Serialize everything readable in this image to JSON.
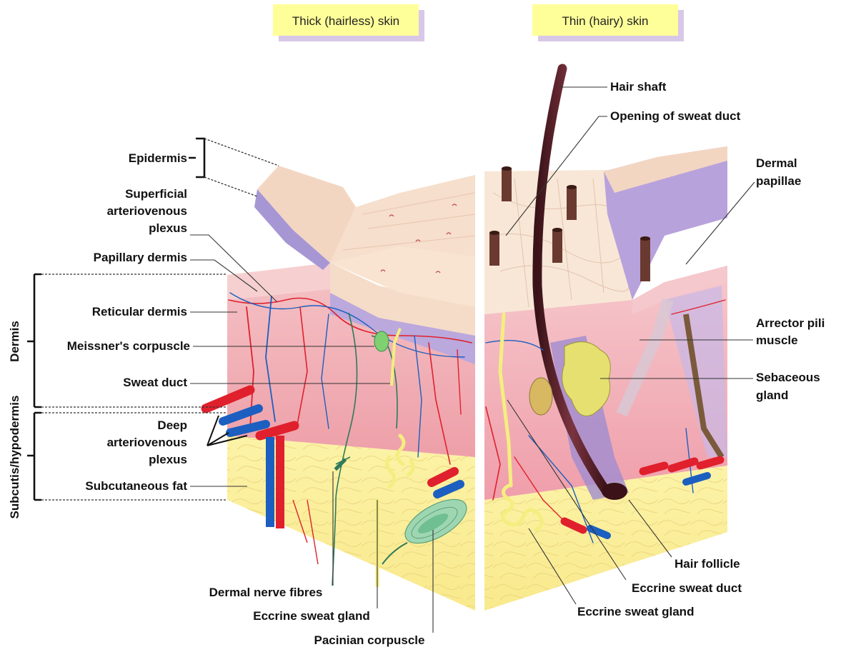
{
  "titles": {
    "thick": "Thick (hairless) skin",
    "thin": "Thin (hairy) skin"
  },
  "left_labels": {
    "epidermis": "Epidermis",
    "superficial": [
      "Superficial",
      "arteriovenous",
      "plexus"
    ],
    "papillary_dermis": "Papillary dermis",
    "reticular_dermis": "Reticular dermis",
    "meissner": "Meissner's corpuscle",
    "sweat_duct": "Sweat duct",
    "deep": [
      "Deep",
      "arteriovenous",
      "plexus"
    ],
    "subcutaneous_fat": "Subcutaneous fat"
  },
  "vertical_labels": {
    "dermis": "Dermis",
    "subcutis": "Subcutis/hypodermis"
  },
  "bottom_labels": {
    "dermal_nerve": "Dermal nerve fibres",
    "eccrine_gland_left": "Eccrine sweat gland",
    "pacinian": "Pacinian corpuscle"
  },
  "right_labels": {
    "hair_shaft": "Hair shaft",
    "opening_duct": "Opening of sweat duct",
    "dermal_papillae": [
      "Dermal",
      "papillae"
    ],
    "arrector": [
      "Arrector pili",
      "muscle"
    ],
    "sebaceous": [
      "Sebaceous",
      "gland"
    ],
    "hair_follicle": "Hair follicle",
    "eccrine_duct": "Eccrine sweat duct",
    "eccrine_gland_right": "Eccrine sweat gland"
  },
  "colors": {
    "title_box": "#ffff99",
    "title_shadow": "#d8c8e8",
    "epidermis": "#f5dcc8",
    "stratum_purple": "#bba8dc",
    "dermis_pink": "#f2b8c0",
    "dermis_deep": "#ee9aa6",
    "fat_yellow": "#fbf1a0",
    "artery": "#e0202c",
    "vein": "#1c5fc0",
    "nerve": "#2e7a5a",
    "hair": "#5a2028",
    "gland_yellow": "#f4ee80"
  }
}
